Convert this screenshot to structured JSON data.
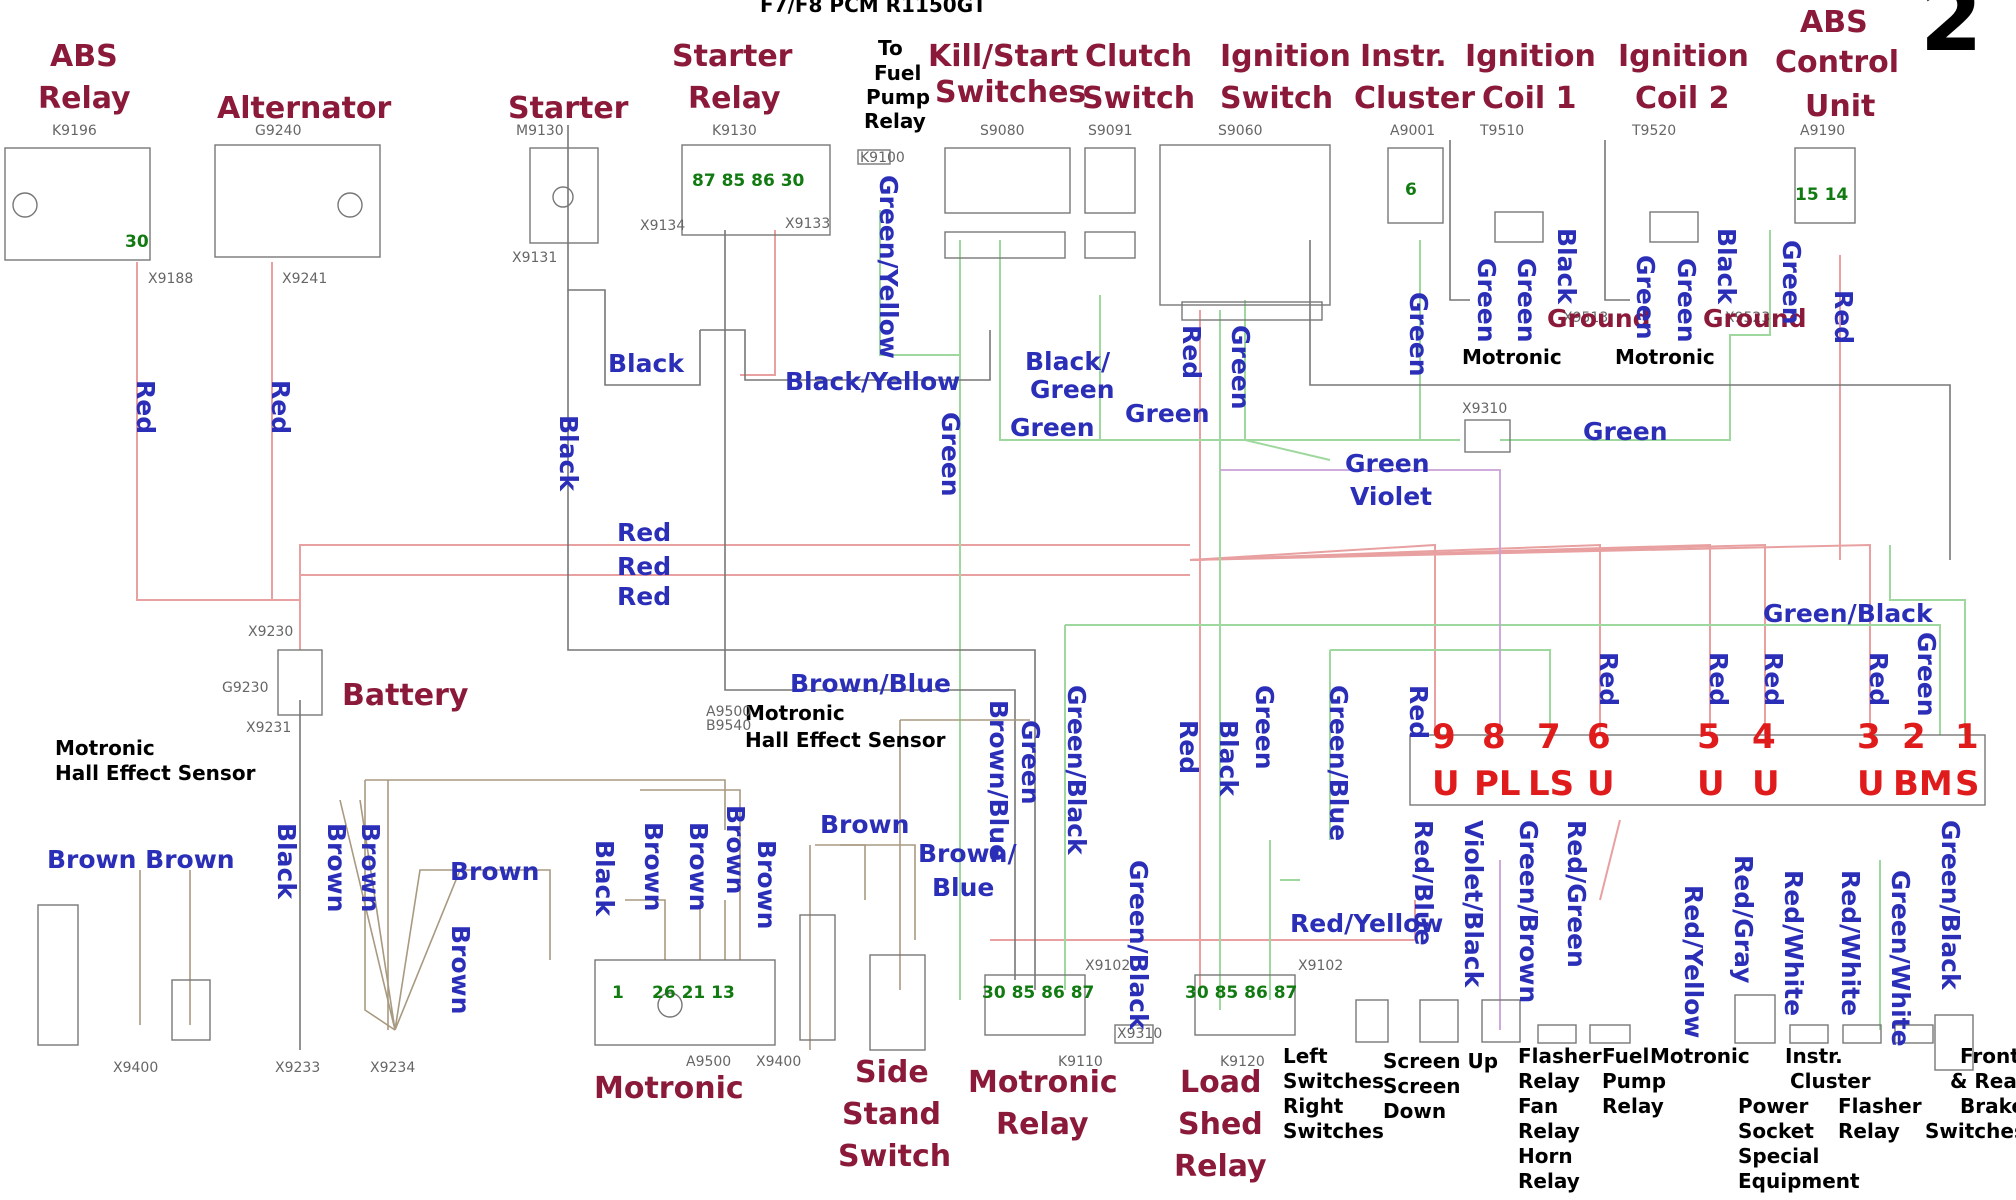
{
  "title": "F7/F8 PCM R1150GT",
  "page_number": "2",
  "components": {
    "abs_relay": [
      "ABS",
      "Relay"
    ],
    "alternator": "Alternator",
    "starter": "Starter",
    "starter_relay": [
      "Starter",
      "Relay"
    ],
    "fuel_pump_relay_note": [
      "To",
      "Fuel",
      "Pump",
      "Relay"
    ],
    "kill_start": [
      "Kill/Start",
      "Switches"
    ],
    "clutch": [
      "Clutch",
      "Switch"
    ],
    "ignition_switch": [
      "Ignition",
      "Switch"
    ],
    "instr_cluster": [
      "Instr.",
      "Cluster"
    ],
    "coil1": [
      "Ignition",
      "Coil 1"
    ],
    "coil2": [
      "Ignition",
      "Coil 2"
    ],
    "abs_control": [
      "ABS",
      "Control",
      "Unit"
    ],
    "battery": "Battery",
    "hall_left": [
      "Motronic",
      "Hall Effect Sensor"
    ],
    "hall_mid": [
      "Motronic",
      "Hall Effect Sensor"
    ],
    "motronic": "Motronic",
    "side_stand": [
      "Side",
      "Stand",
      "Switch"
    ],
    "motronic_relay": [
      "Motronic",
      "Relay"
    ],
    "load_shed": [
      "Load",
      "Shed",
      "Relay"
    ]
  },
  "refs": {
    "k9196": "K9196",
    "g9240": "G9240",
    "m9130": "M9130",
    "k9130": "K9130",
    "k9100": "K9100",
    "s9080": "S9080",
    "s9091": "S9091",
    "s9060": "S9060",
    "a9001": "A9001",
    "t9510": "T9510",
    "t9520": "T9520",
    "a9190": "A9190",
    "x9188": "X9188",
    "x9241": "X9241",
    "x9131": "X9131",
    "x9134": "X9134",
    "x9133": "X9133",
    "x9230": "X9230",
    "g9230": "G9230",
    "x9231": "X9231",
    "x9310": "X9310",
    "x9513": "X9513",
    "x9523": "X9523",
    "x9400a": "X9400",
    "x9233": "X9233",
    "x9234": "X9234",
    "a9500": "A9500",
    "x9400b": "X9400",
    "k9110": "K9110",
    "k9120": "K9120",
    "x9102a": "X9102",
    "x9102b": "X9102",
    "x9310b": "X9310",
    "a9500b": "A9500",
    "b9540": "B9540"
  },
  "pins": {
    "abs_relay": "30",
    "starter_relay": "87 85 86 30",
    "cluster": "6",
    "abs_unit": "15 14",
    "motronic": [
      "1",
      "26 21 13"
    ],
    "motronic_relay": "30 85 86 87",
    "load_shed": "30 85 86 87"
  },
  "wires": {
    "red_abs": "Red",
    "red_alt": "Red",
    "black_starter": "Black",
    "black_vert": "Black",
    "black_yellow": "Black/Yellow",
    "green_yellow": "Green/Yellow",
    "black_green": [
      "Black/",
      "Green"
    ],
    "green_a": "Green",
    "green_b": "Green",
    "green_c": "Green",
    "red_ign": "Red",
    "green_ign": "Green",
    "green_cluster": "Green",
    "green_c1a": "Green",
    "green_c1b": "Green",
    "black_c1": "Black",
    "ground1": "Ground",
    "green_c2a": "Green",
    "green_c2b": "Green",
    "black_c2": "Black",
    "ground2": "Ground",
    "green_abs": "Green",
    "red_abs2": "Red",
    "green_9310": "Green",
    "green_violet": [
      "Green",
      "Violet"
    ],
    "red1": "Red",
    "red2": "Red",
    "red3": "Red",
    "brown_blue": "Brown/Blue",
    "green_black_top": "Green/Black",
    "green_top": "Green",
    "black_batt": "Black",
    "brown_brown": "Brown Brown",
    "brown_v1": "Brown",
    "brown_v2": "Brown",
    "brown_h": "Brown",
    "brown_v3": "Brown",
    "black_mot": "Black",
    "brown_m1": "Brown",
    "brown_m2": "Brown",
    "brown_m3": "Brown",
    "brown_m4": "Brown",
    "brown_ss": "Brown",
    "brown_blue2": [
      "Brown/",
      "Blue"
    ],
    "brown_blue_v": "Brown/Blue",
    "green_mr": "Green",
    "green_black_mr": "Green/Black",
    "green_black_mr2": "Green/Black",
    "red_ls": "Red",
    "black_ls": "Black",
    "green_ls": "Green",
    "green_blue": "Green/Blue",
    "red_yellow_h": "Red/Yellow",
    "red_f9": "Red",
    "red_f6": "Red",
    "red_f5": "Red",
    "red_f4": "Red",
    "red_f3": "Red",
    "green_f1": "Green",
    "red_blue": "Red/Blue",
    "violet_black": "Violet/Black",
    "green_brown": "Green/Brown",
    "red_green": "Red/Green",
    "red_yellow_v": "Red/Yellow",
    "red_gray": "Red/Gray",
    "red_white1": "Red/White",
    "red_white2": "Red/White",
    "green_white": "Green/White",
    "green_black_f1": "Green/Black",
    "motronic_c1": "Motronic",
    "motronic_c2": "Motronic"
  },
  "fuses": {
    "numbers": [
      "9",
      "8",
      "7",
      "6",
      "5",
      "4",
      "3",
      "2",
      "1"
    ],
    "codes": [
      "U",
      "PL",
      "LS",
      "U",
      "U",
      "U",
      "U",
      "BM",
      "S"
    ]
  },
  "destinations": {
    "left_right": [
      "Left",
      "Switches",
      "Right",
      "Switches"
    ],
    "screen": [
      "Screen Up",
      "Screen",
      "Down"
    ],
    "flasher": [
      "Flasher",
      "Relay",
      "Fan",
      "Relay",
      "Horn",
      "Relay"
    ],
    "fuel_pump": [
      "Fuel",
      "Pump",
      "Relay"
    ],
    "motronic": "Motronic",
    "instr_power": [
      "Instr.",
      "Cluster",
      "Power",
      "Socket",
      "Special",
      "Equipment"
    ],
    "flasher2": [
      "Flasher",
      "Relay"
    ],
    "brake": [
      "Front",
      "& Rear",
      "Brake",
      "Switches"
    ]
  },
  "colors": {
    "component": "#8b1a3a",
    "wire_label": "#2b2fb8",
    "pin": "#117a11",
    "fuse": "#e01b1b"
  }
}
